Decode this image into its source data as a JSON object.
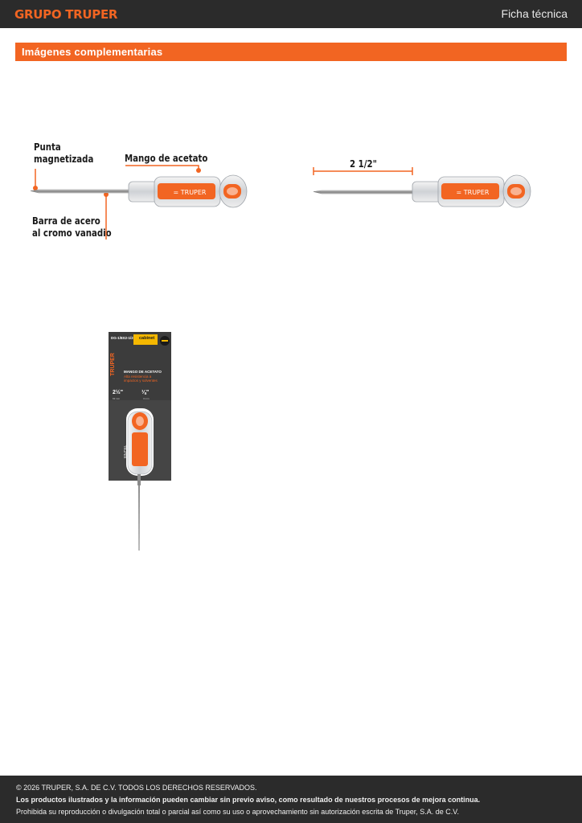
{
  "header": {
    "brand": "GRUPO TRUPER",
    "doc_type": "Ficha técnica"
  },
  "section": {
    "title": "Imágenes complementarias"
  },
  "figure1": {
    "callout_tip_line1": "Punta",
    "callout_tip_line2": "magnetizada",
    "callout_handle": "Mango de acetato",
    "callout_bar_line1": "Barra de acero",
    "callout_bar_line2": "al cromo vanadio",
    "handle_logo": "TRUPER"
  },
  "figure2": {
    "dimension": "2 1/2\"",
    "handle_logo": "TRUPER"
  },
  "package": {
    "code": "DG-1/8X2-1/2",
    "tag": "cabinet",
    "brand_vertical": "TRUPER",
    "headline": "MANGO DE ACETATO",
    "desc_line1": "Alta resistencia a",
    "desc_line2": "impactos y solventes",
    "length": "2½\"",
    "length_mm": "63 mm",
    "tip": "⅛\"",
    "tip_mm": "3 mm",
    "handle_logo": "TRUPER"
  },
  "footer": {
    "copyright": "© 2026 TRUPER, S.A. DE C.V. TODOS LOS DERECHOS RESERVADOS.",
    "notice": "Los productos ilustrados y la información pueden cambiar sin previo aviso, como resultado de nuestros procesos de mejora continua.",
    "legal": "Prohibida su reproducción o divulgación total o parcial así como su uso o aprovechamiento sin autorización escrita de Truper, S.A. de C.V."
  },
  "colors": {
    "accent": "#f26522",
    "dark": "#2b2b2b",
    "card": "#3c3c3c"
  }
}
